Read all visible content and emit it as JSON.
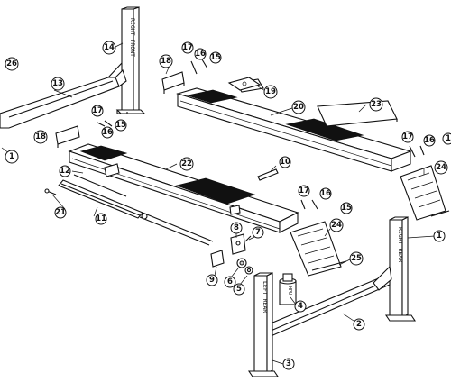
{
  "diagram": {
    "post_labels": {
      "right_front": "RIGHT FRONT",
      "right_rear": "RIGHT REAR",
      "left_rear": "LEFT REAR",
      "pump": "HPU"
    },
    "callouts": [
      {
        "id": "c26",
        "text": "26"
      },
      {
        "id": "c14",
        "text": "14"
      },
      {
        "id": "c13",
        "text": "13"
      },
      {
        "id": "c1a",
        "text": "1"
      },
      {
        "id": "c17a",
        "text": "17"
      },
      {
        "id": "c16a",
        "text": "16"
      },
      {
        "id": "c15a",
        "text": "15"
      },
      {
        "id": "c18a",
        "text": "18"
      },
      {
        "id": "c19",
        "text": "19"
      },
      {
        "id": "c20",
        "text": "20"
      },
      {
        "id": "c23",
        "text": "23"
      },
      {
        "id": "c17b",
        "text": "17"
      },
      {
        "id": "c16b",
        "text": "16"
      },
      {
        "id": "c15b",
        "text": "15"
      },
      {
        "id": "c18b",
        "text": "18"
      },
      {
        "id": "c17c",
        "text": "17"
      },
      {
        "id": "c16c",
        "text": "16"
      },
      {
        "id": "c15c",
        "text": "1"
      },
      {
        "id": "c24a",
        "text": "24"
      },
      {
        "id": "c22",
        "text": "22"
      },
      {
        "id": "c12",
        "text": "12"
      },
      {
        "id": "c10",
        "text": "10"
      },
      {
        "id": "c21",
        "text": "21"
      },
      {
        "id": "c11",
        "text": "11"
      },
      {
        "id": "c17d",
        "text": "17"
      },
      {
        "id": "c16d",
        "text": "16"
      },
      {
        "id": "c15d",
        "text": "15"
      },
      {
        "id": "c24b",
        "text": "24"
      },
      {
        "id": "c1b",
        "text": "1"
      },
      {
        "id": "c8",
        "text": "8"
      },
      {
        "id": "c7",
        "text": "7"
      },
      {
        "id": "c9",
        "text": "9"
      },
      {
        "id": "c6",
        "text": "6"
      },
      {
        "id": "c5",
        "text": "5"
      },
      {
        "id": "c25",
        "text": "25"
      },
      {
        "id": "c4",
        "text": "4"
      },
      {
        "id": "c2",
        "text": "2"
      },
      {
        "id": "c3",
        "text": "3"
      }
    ]
  }
}
